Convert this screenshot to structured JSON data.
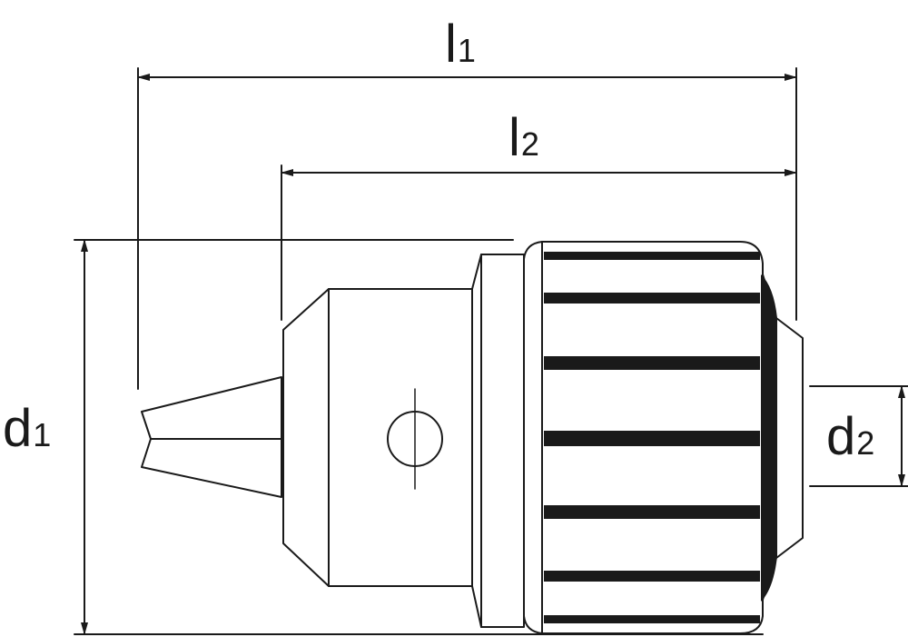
{
  "diagram": {
    "stroke_color": "#1a1a1a",
    "fill_color": "#ffffff",
    "labels": {
      "l1": {
        "letter": "l",
        "sub": "1"
      },
      "l2": {
        "letter": "l",
        "sub": "2"
      },
      "d1": {
        "letter": "d",
        "sub": "1"
      },
      "d2": {
        "letter": "d",
        "sub": "2"
      }
    }
  }
}
